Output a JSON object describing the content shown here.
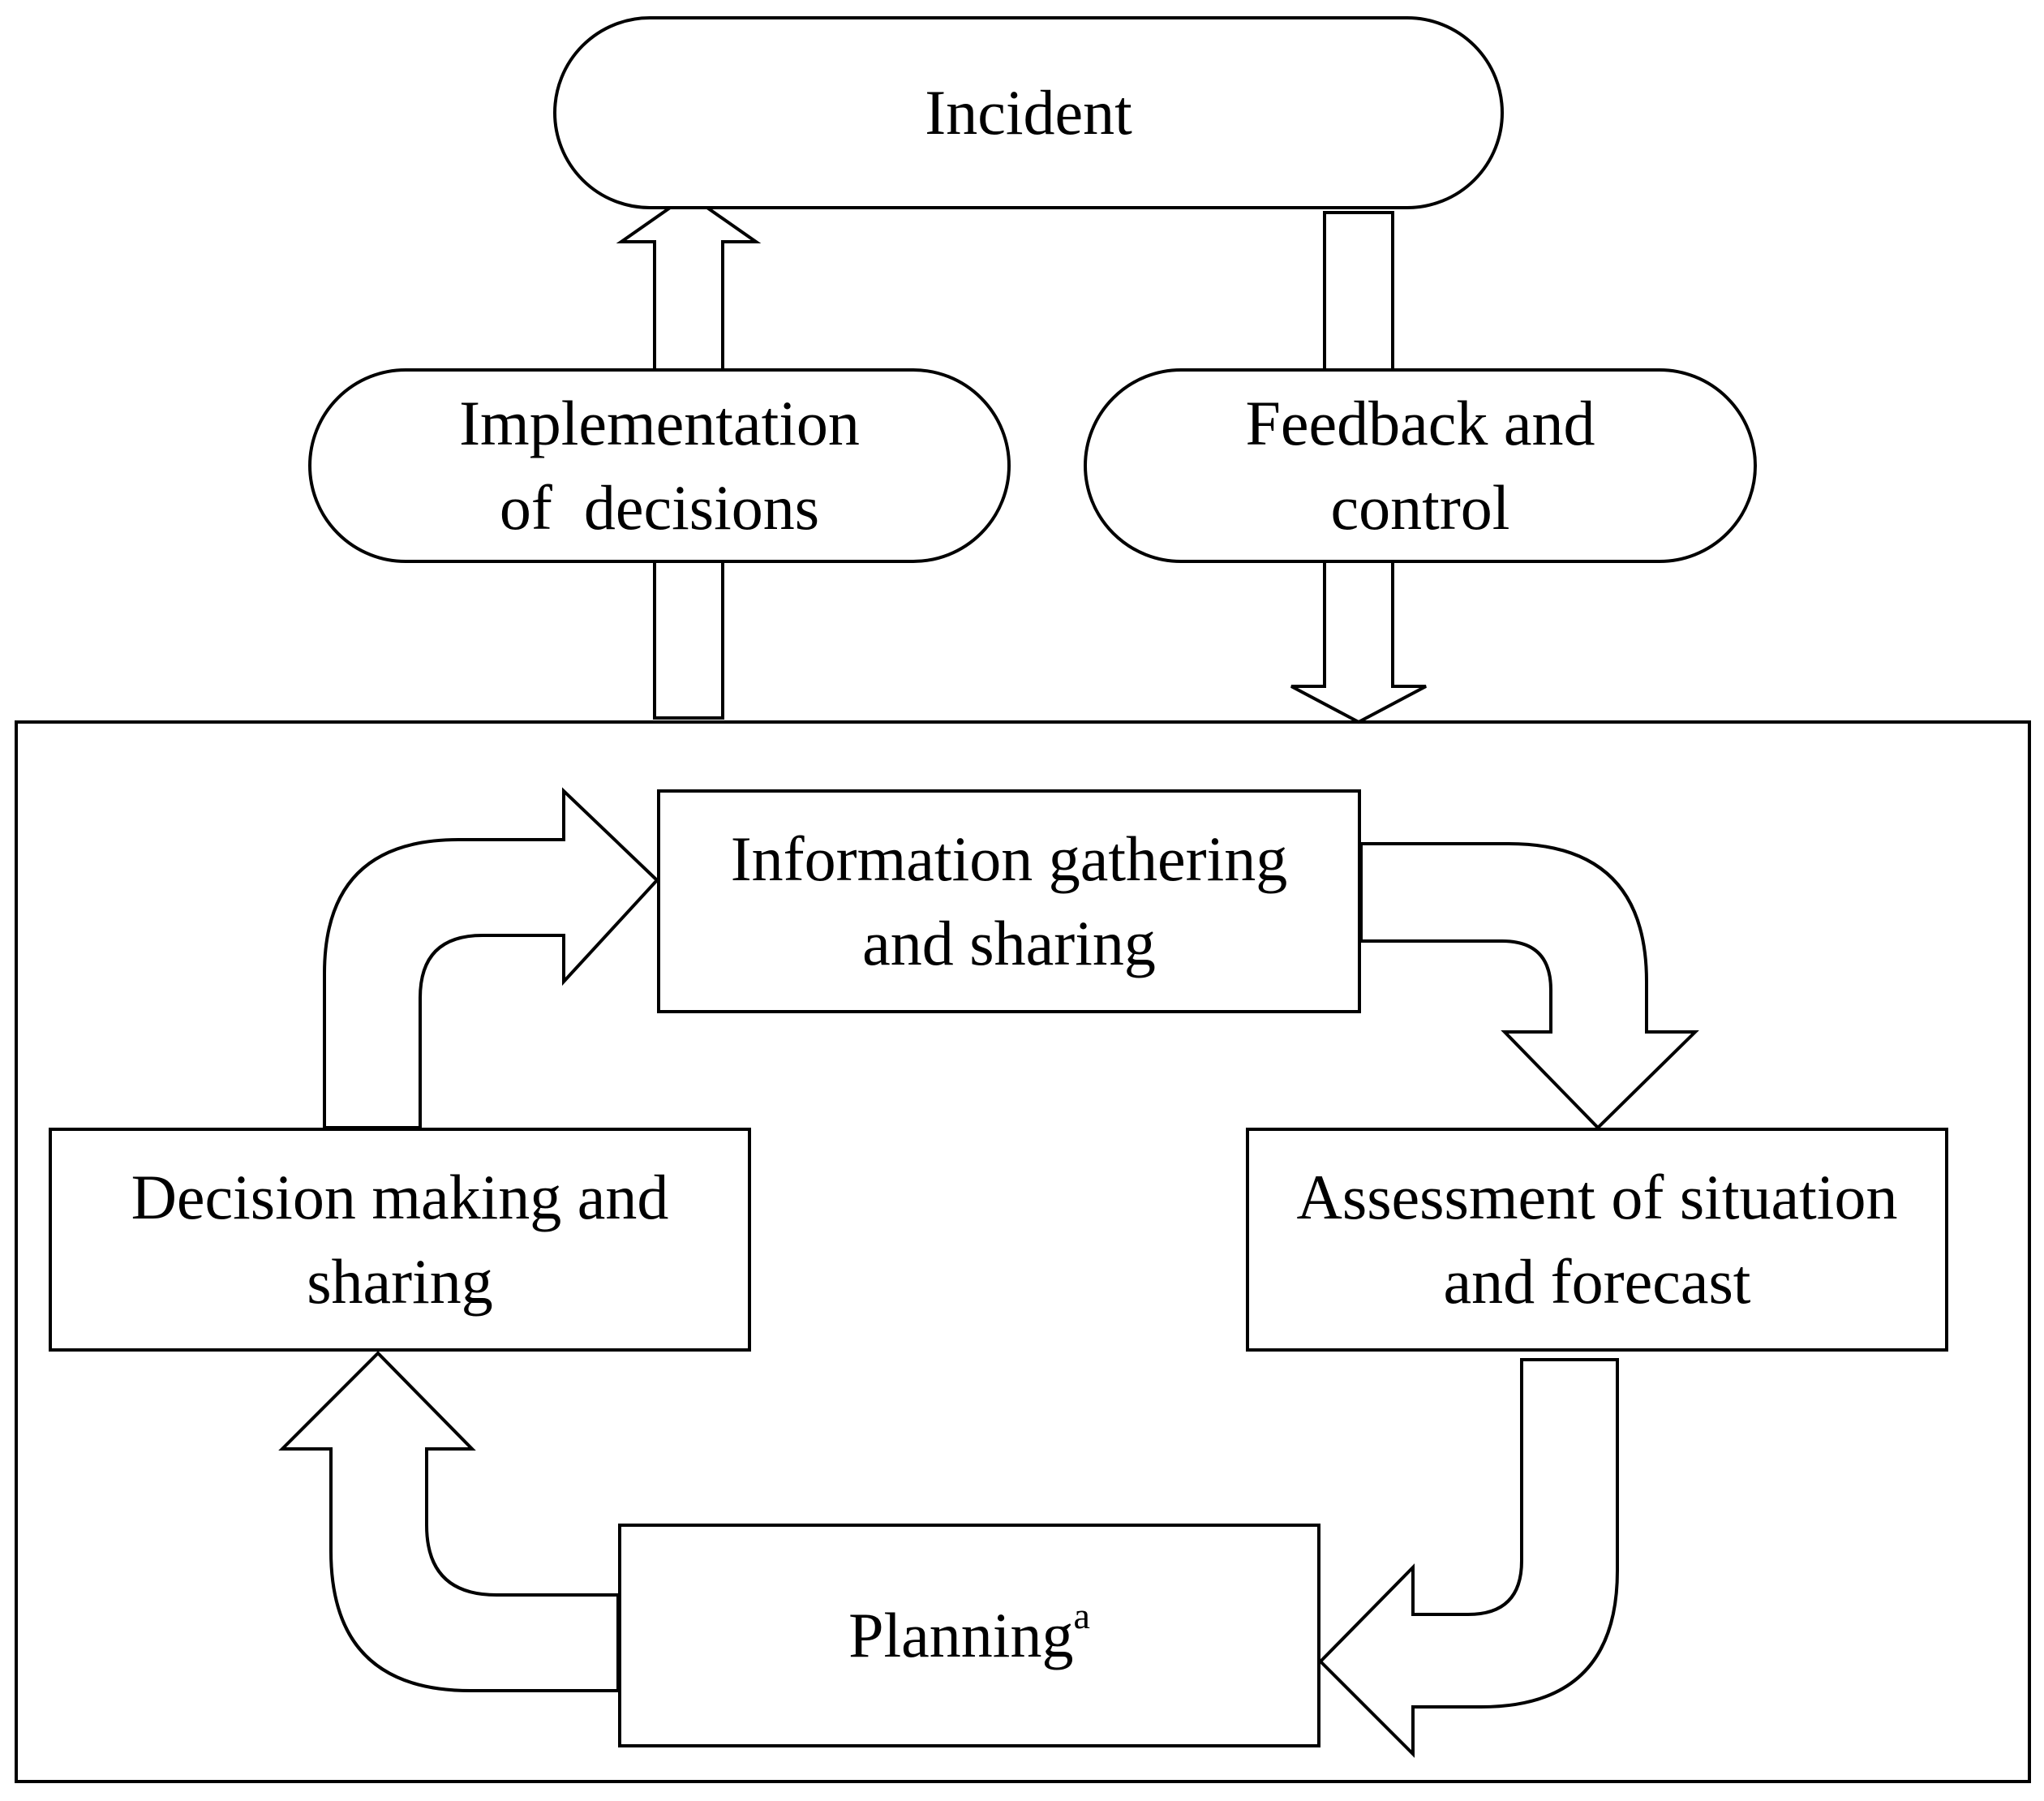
{
  "incident": {
    "text": "Incident"
  },
  "implementation": {
    "line1": "Implementation",
    "line2": "of  decisions"
  },
  "feedback": {
    "line1": "Feedback and",
    "line2": "control"
  },
  "info_gathering": {
    "line1": "Information gathering",
    "line2": "and sharing"
  },
  "assessment": {
    "line1": "Assessment of situation",
    "line2": "and forecast"
  },
  "decision_making": {
    "line1": "Decision making and",
    "line2": "sharing"
  },
  "planning": {
    "text": "Planning",
    "superscript": "a"
  },
  "colors": {
    "stroke": "#000000",
    "fill": "#ffffff",
    "background": "#ffffff"
  }
}
